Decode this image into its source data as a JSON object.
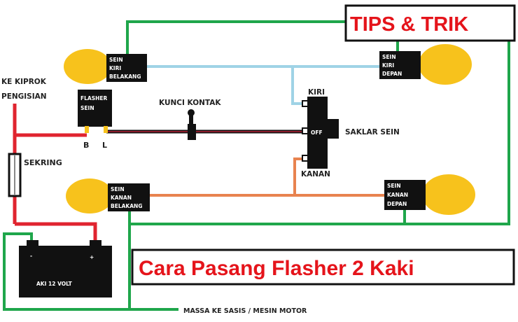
{
  "banner_top": "TIPS & TRIK",
  "banner_bottom": "Cara Pasang Flasher 2 Kaki",
  "labels": {
    "kiprok": [
      "KE KIPROK",
      "PENGISIAN"
    ],
    "flasher": [
      "FLASHER",
      "SEIN"
    ],
    "flasher_b": "B",
    "flasher_l": "L",
    "kunci": "KUNCI KONTAK",
    "sekring": "SEKRING",
    "saklar": "SAKLAR SEIN",
    "kiri": "KIRI",
    "off": "OFF",
    "kanan": "KANAN",
    "aki": "AKI 12 VOLT",
    "minus": "-",
    "plus": "+",
    "massa": "MASSA KE SASIS / MESIN MOTOR"
  },
  "lamps": {
    "rear_left": [
      "SEIN",
      "KIRI",
      "BELAKANG"
    ],
    "front_left": [
      "SEIN",
      "KIRI",
      "DEPAN"
    ],
    "rear_right": [
      "SEIN",
      "KANAN",
      "BELAKANG"
    ],
    "front_right": [
      "SEIN",
      "KANAN",
      "DEPAN"
    ]
  },
  "colors": {
    "ground": "#1fa64b",
    "power": "#e0242f",
    "left_wire": "#9fd3e6",
    "right_wire": "#e8834f",
    "lamp": "#f7c21c",
    "title": "#e5141b"
  }
}
